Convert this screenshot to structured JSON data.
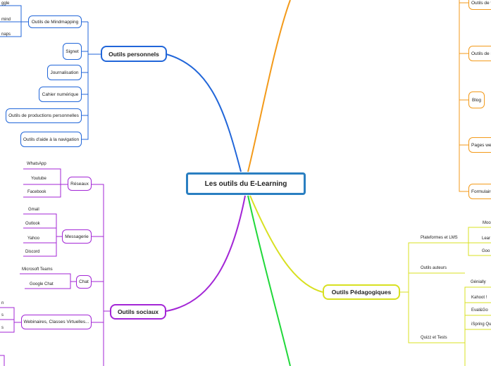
{
  "central_topic": "Les outils du E-Learning",
  "colors": {
    "personnels": "#2166d9",
    "sociaux": "#a326d6",
    "pedagogiques": "#d8e021",
    "orange_branch": "#f39a1a",
    "green_branch": "#21d83a",
    "center_border": "#2a7fc1"
  },
  "branches": {
    "personnels": {
      "label": "Outils personnels",
      "children": {
        "mindmapping": "Outils de Mindmapping",
        "mind_leaves": [
          "ggle",
          "mind",
          "naps"
        ],
        "signet": "Signet",
        "journalisation": "Journalisation",
        "cahier": "Cahier numérique",
        "productions": "Outils de productions personnelles",
        "navigation": "Outils d'aide à la navigation"
      }
    },
    "sociaux": {
      "label": "Outils sociaux",
      "children": {
        "reseaux": "Réseaux",
        "reseaux_leaves": [
          "WhatsApp",
          "Youtube",
          "Facebook"
        ],
        "messagerie": "Messagerie",
        "messagerie_leaves": [
          "Gmail",
          "Outlook",
          "Yahoo",
          "Discord"
        ],
        "chat": "Chat",
        "chat_leaves": [
          "Microsoft Teams",
          "Google Chat"
        ],
        "webinaires": "Webinaires, Classes Virtuelles...",
        "webinaires_leaves": [
          "n",
          "s",
          "s"
        ]
      }
    },
    "pedagogiques": {
      "label": "Outils Pédagogiques",
      "children": {
        "plateformes": "Plateformes et LMS",
        "plateformes_leaves": [
          "Moo",
          "Lear",
          "Goo"
        ],
        "auteurs": "Outils auteurs",
        "quizz": "Quizz et Tests",
        "quizz_leaves": [
          "Génially",
          "Kahoot !",
          "Eval&Go",
          "iSpring Qu"
        ]
      }
    },
    "orange": {
      "children": [
        "Outils de v",
        "Outils de r",
        "Blog",
        "Pages web",
        "Formulaire"
      ]
    }
  }
}
